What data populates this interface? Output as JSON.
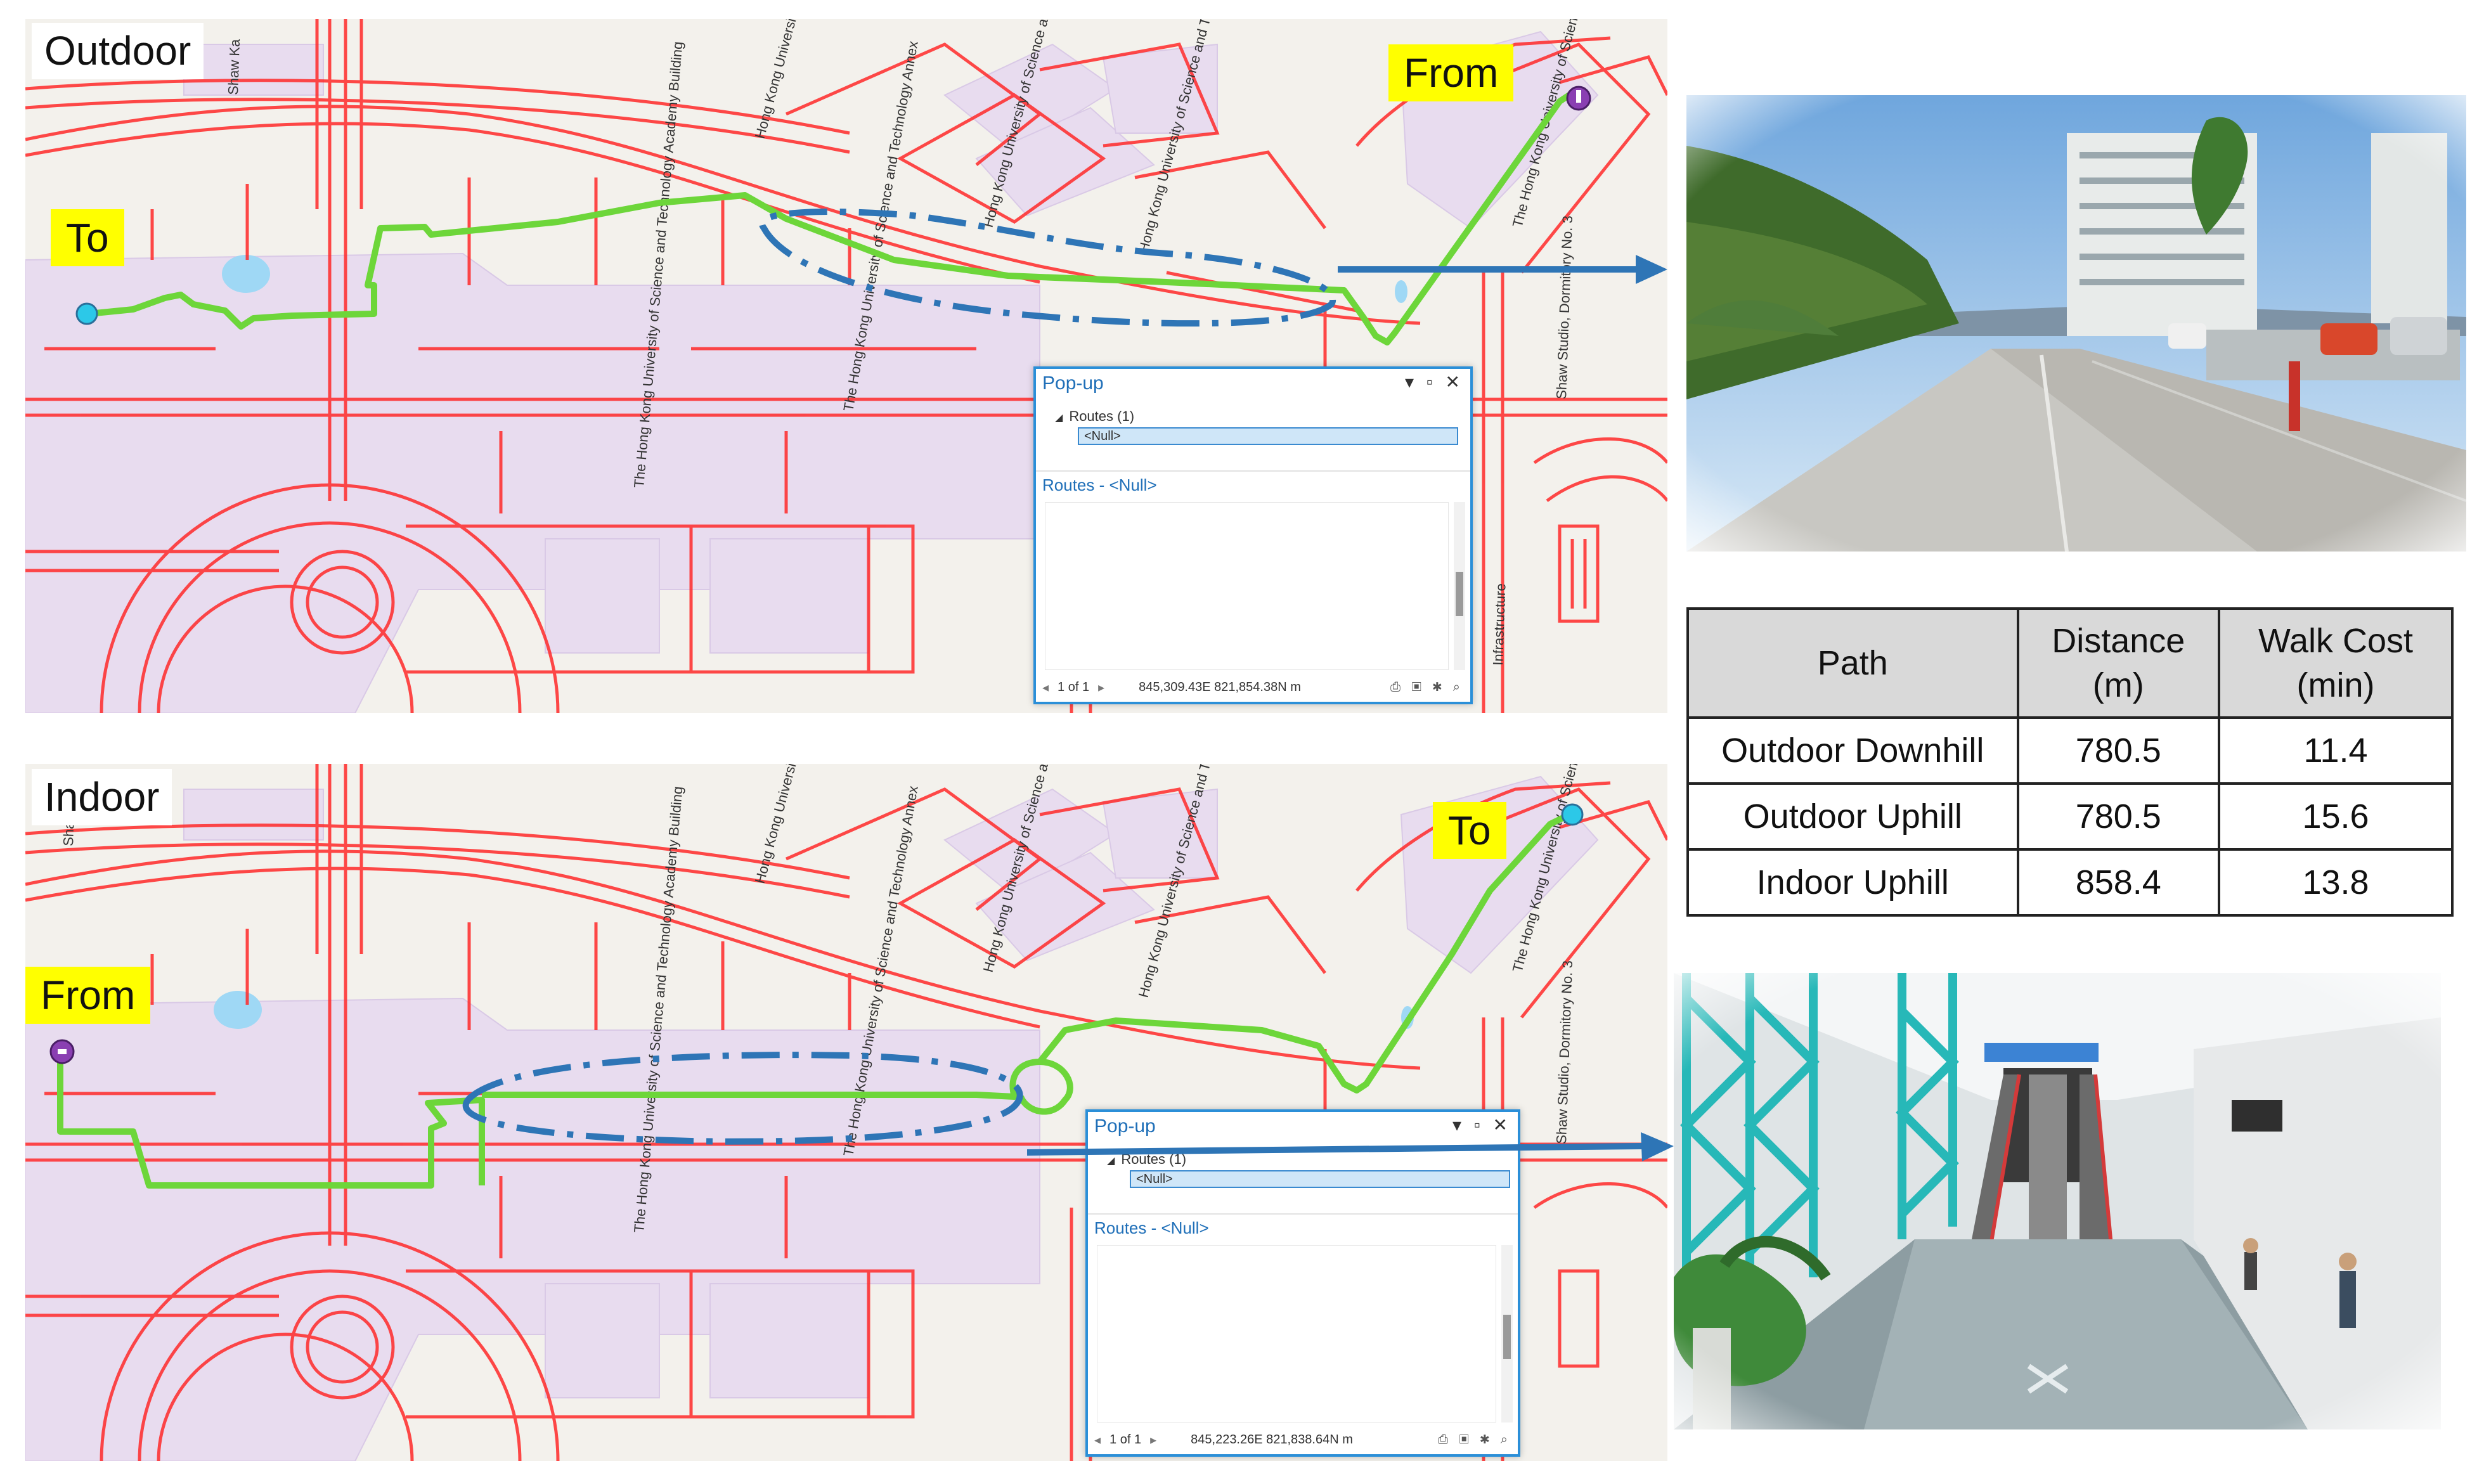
{
  "panels": {
    "outdoor": {
      "label": "Outdoor",
      "start_label": "From",
      "end_label": "To",
      "popup": {
        "title": "Pop-up",
        "controls": "▾ ▫ ✕",
        "tree_group": "Routes  (1)",
        "tree_item": "<Null>",
        "section": "Routes - <Null>",
        "nav": "1 of 1",
        "coords": "845,309.43E 821,854.38N m"
      }
    },
    "indoor": {
      "label": "Indoor",
      "start_label": "From",
      "end_label": "To",
      "popup": {
        "title": "Pop-up",
        "controls": "▾ ▫ ✕",
        "tree_group": "Routes  (1)",
        "tree_item": "<Null>",
        "section": "Routes - <Null>",
        "nav": "1 of 1",
        "coords": "845,223.26E 821,838.64N m"
      }
    }
  },
  "building_labels": {
    "tower_c": "Hong Kong University of Science and Technology Tower C",
    "tower_b": "Hong Kong University of Science and Technology Tower B",
    "tower_a": "Hong Kong University of Science and Technology Tower A",
    "annex": "The Hong Kong University of Science and Technology Annex",
    "academy": "The Hong Kong University of Science and Technology Academy Building",
    "lee_shau_kee": "The Hong Kong University of Science and Technology Lee Shau Kee Business Building",
    "shaw": "Shaw Studio, Dormitory No. 3",
    "infrastructure": "Infrastructure",
    "shaw_top": "Shaw Ka"
  },
  "table": {
    "headers": [
      "Path",
      "Distance\n(m)",
      "Walk Cost\n(min)"
    ],
    "rows": [
      [
        "Outdoor Downhill",
        "780.5",
        "11.4"
      ],
      [
        "Outdoor Uphill",
        "780.5",
        "15.6"
      ],
      [
        "Indoor Uphill",
        "858.4",
        "13.8"
      ]
    ]
  },
  "colors": {
    "route": "#6dd63a",
    "road_lines": "#ff2a2a",
    "building_fill": "#e7dbef",
    "callout": "#2e75b6",
    "label_bg": "#ffff00",
    "popup_border": "#2b8fd8"
  },
  "icons": {
    "start_marker": "purple-pin-icon",
    "end_marker": "cyan-dot-icon",
    "scroll_arrows": "scroll-arrow-icon"
  }
}
